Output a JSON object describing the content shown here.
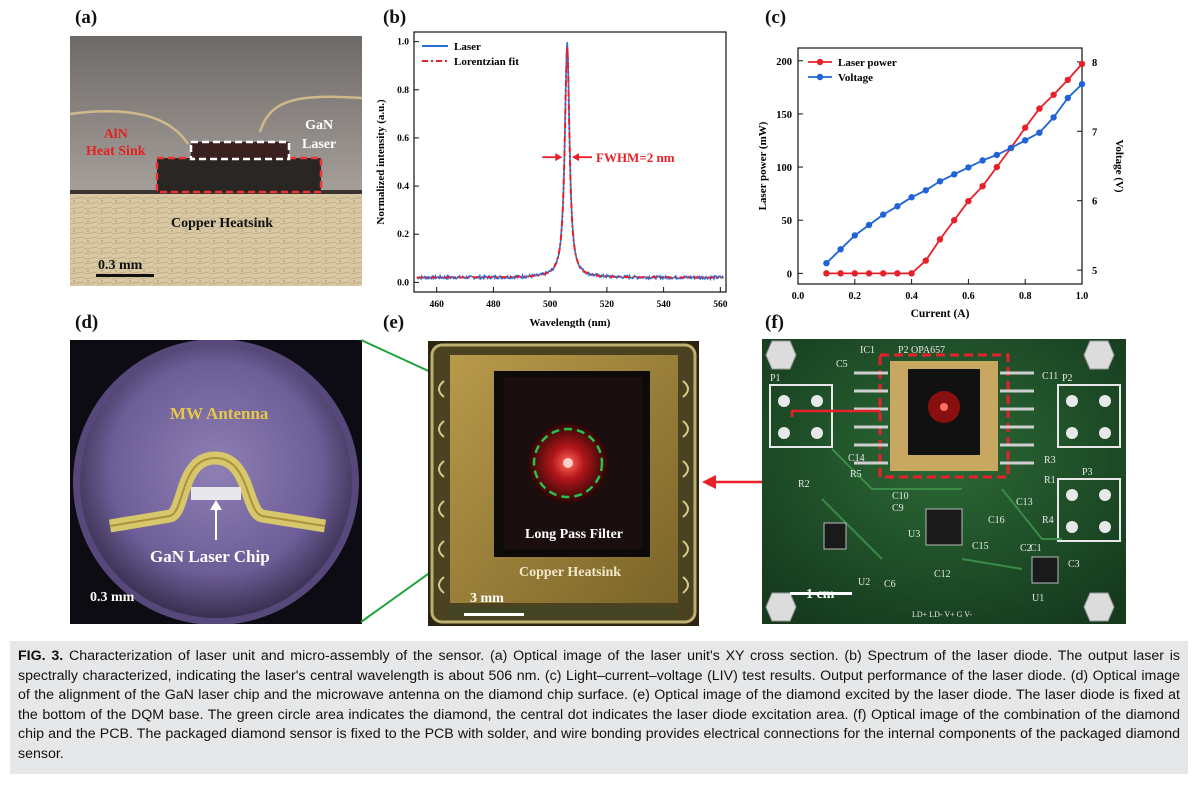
{
  "panels": {
    "a": {
      "label": "(a)",
      "aln_text": "AlN\nHeat Sink",
      "gan_text": "GaN\nLaser",
      "copper_text": "Copper Heatsink",
      "scale_text": "0.3 mm"
    },
    "d": {
      "label": "(d)",
      "antenna_text": "MW Antenna",
      "chip_text": "GaN Laser Chip",
      "scale_text": "0.3 mm"
    },
    "e": {
      "label": "(e)",
      "filter_text": "Long Pass Filter",
      "copper_text": "Copper Heatsink",
      "scale_text": "3 mm"
    },
    "f": {
      "label": "(f)",
      "scale_text": "1 cm",
      "pcb_labels": [
        "IC1",
        "P2 OPA657",
        "C5",
        "P1",
        "P2",
        "C11",
        "C14",
        "R5",
        "R2",
        "R3",
        "R1",
        "P3",
        "C10",
        "C9",
        "C13",
        "C16",
        "R4",
        "U3",
        "C15",
        "C2",
        "C1",
        "C3",
        "U2",
        "C6",
        "C12",
        "U1"
      ],
      "pins_text": "LD+ LD- V+  G  V-"
    }
  },
  "chart_data": [
    {
      "panel": "b",
      "label": "(b)",
      "type": "line",
      "xlabel": "Wavelength (nm)",
      "ylabel": "Normalized intensity (a.u.)",
      "xlim": [
        452,
        562
      ],
      "ylim": [
        -0.04,
        1.04
      ],
      "xticks": [
        "460",
        "480",
        "500",
        "520",
        "540",
        "560"
      ],
      "yticks": [
        "0.0",
        "0.2",
        "0.4",
        "0.6",
        "0.8",
        "1.0"
      ],
      "annotation": "FWHM=2 nm",
      "legend_position": "top-left",
      "series": [
        {
          "name": "Laser",
          "color": "#2a6fd6",
          "peak_center": 506,
          "peak_height": 0.98,
          "baseline": 0.02,
          "fwhm": 2
        },
        {
          "name": "Lorentzian fit",
          "color": "#e8202a",
          "peak_center": 506,
          "peak_height": 0.96,
          "baseline": 0.02,
          "fwhm": 2
        }
      ]
    },
    {
      "panel": "c",
      "label": "(c)",
      "type": "line",
      "xlabel": "Current (A)",
      "ylabel": "Laser power (mW)",
      "y2label": "Voltage (V)",
      "xlim": [
        0.0,
        1.0
      ],
      "ylim": [
        -10,
        212
      ],
      "y2lim": [
        4.8,
        8.2
      ],
      "xticks": [
        "0.0",
        "0.2",
        "0.4",
        "0.6",
        "0.8",
        "1.0"
      ],
      "yticks": [
        "0",
        "50",
        "100",
        "150",
        "200"
      ],
      "y2ticks": [
        "5",
        "6",
        "7",
        "8"
      ],
      "legend_position": "top-left",
      "x": [
        0.1,
        0.15,
        0.2,
        0.25,
        0.3,
        0.35,
        0.4,
        0.45,
        0.5,
        0.55,
        0.6,
        0.65,
        0.7,
        0.75,
        0.8,
        0.85,
        0.9,
        0.95,
        1.0
      ],
      "series": [
        {
          "name": "Laser power",
          "color": "#e8202a",
          "axis": "left",
          "values": [
            0,
            0,
            0,
            0,
            0,
            0,
            0,
            12,
            32,
            50,
            68,
            82,
            100,
            118,
            137,
            155,
            168,
            182,
            197
          ]
        },
        {
          "name": "Voltage",
          "color": "#1f63d6",
          "axis": "right",
          "values": [
            5.1,
            5.3,
            5.5,
            5.65,
            5.8,
            5.92,
            6.05,
            6.15,
            6.28,
            6.38,
            6.48,
            6.58,
            6.66,
            6.76,
            6.87,
            6.98,
            7.2,
            7.48,
            7.68
          ]
        }
      ]
    }
  ],
  "caption": {
    "prefix": "FIG. 3.",
    "text": " Characterization of laser unit and micro-assembly of the sensor. (a) Optical image of the laser unit's XY cross section. (b) Spectrum of the laser diode. The output laser is spectrally characterized, indicating the laser's central wavelength is about 506 nm. (c) Light–current–voltage (LIV) test results. Output performance of the laser diode. (d) Optical image of the alignment of the GaN laser chip and the microwave antenna on the diamond chip surface. (e) Optical image of the diamond excited by the laser diode. The laser diode is fixed at the bottom of the DQM base. The green circle area indicates the diamond, the central dot indicates the laser diode excitation area. (f) Optical image of the combination of the diamond chip and the PCB. The packaged diamond sensor is fixed to the PCB with solder, and wire bonding provides electrical connections for the internal components of the packaged diamond sensor."
  }
}
